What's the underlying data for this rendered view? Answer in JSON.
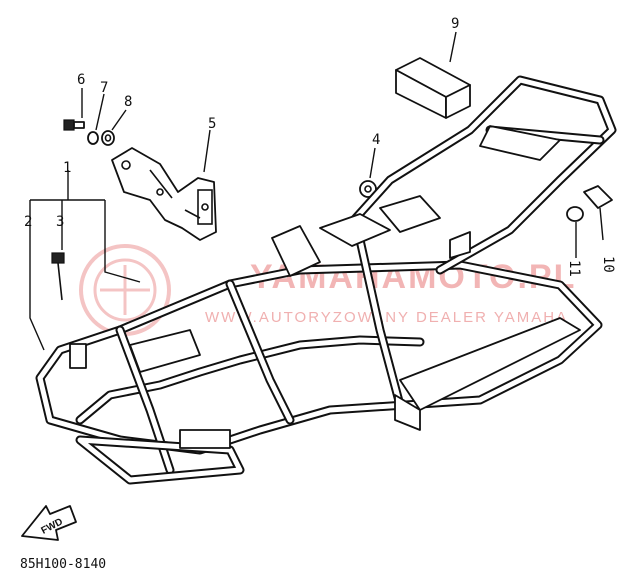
{
  "diagram": {
    "callouts": [
      "1",
      "2",
      "3",
      "5",
      "6",
      "7",
      "8",
      "4",
      "9",
      "10",
      "11"
    ],
    "part_number": "85H100-8140",
    "forward_arrow_label": "FWD",
    "watermark": {
      "line1": "YAMAHAMOTO.PL",
      "line2": "WWW.AUTORYZOWANY DEALER YAMAHA"
    }
  }
}
